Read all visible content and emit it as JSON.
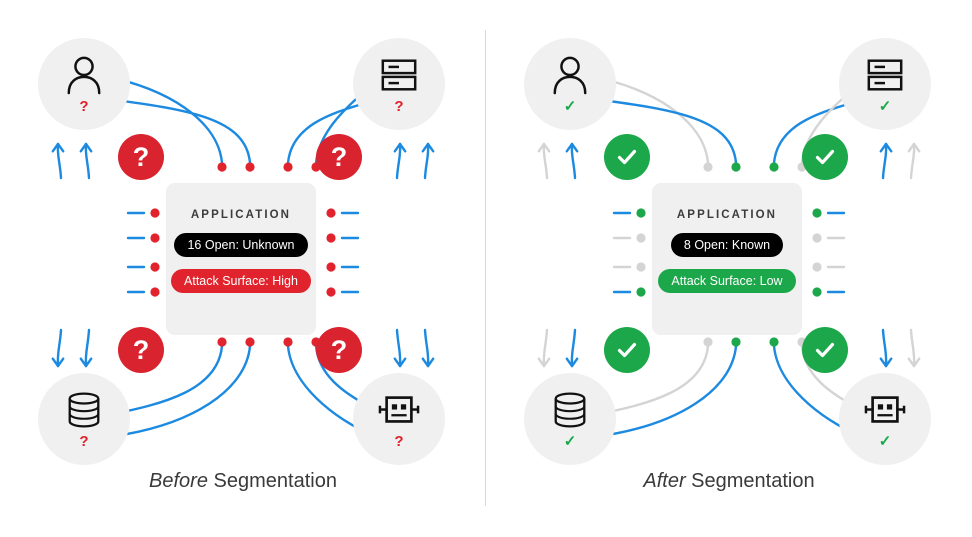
{
  "figure": {
    "type": "comparison-diagram",
    "background": "#ffffff",
    "divider_color": "#d8d8d8"
  },
  "colors": {
    "blue": "#1c8ae0",
    "red": "#e0232c",
    "red_badge": "#d9232e",
    "green": "#1ca84a",
    "green_dot": "#1ca84a",
    "grey": "#d4d4d4",
    "card_bg": "#f0f0f0",
    "node_bg": "#f0f0f0",
    "black": "#000000"
  },
  "panels": [
    {
      "id": "before",
      "caption_emphasis": "Before",
      "caption_rest": " Segmentation",
      "card": {
        "title": "APPLICATION",
        "pill_ports": "16 Open: Unknown",
        "pill_ports_style": "dark",
        "pill_risk": "Attack Surface: High",
        "pill_risk_style": "red"
      },
      "nodes": [
        {
          "name": "user",
          "icon": "person-icon",
          "mark": "?",
          "mark_type": "question",
          "pos": "top-left"
        },
        {
          "name": "server",
          "icon": "server-icon",
          "mark": "?",
          "mark_type": "question",
          "pos": "top-right"
        },
        {
          "name": "database",
          "icon": "database-icon",
          "mark": "?",
          "mark_type": "question",
          "pos": "bottom-left"
        },
        {
          "name": "device",
          "icon": "robot-icon",
          "mark": "?",
          "mark_type": "question",
          "pos": "bottom-right"
        }
      ],
      "badges": [
        {
          "type": "question",
          "label": "?",
          "pos": "top-left"
        },
        {
          "type": "question",
          "label": "?",
          "pos": "top-right"
        },
        {
          "type": "question",
          "label": "?",
          "pos": "bottom-left"
        },
        {
          "type": "question",
          "label": "?",
          "pos": "bottom-right"
        }
      ],
      "flows": {
        "allowed": 8,
        "blocked": 0,
        "dot_color": "red",
        "arrow_color": "blue"
      }
    },
    {
      "id": "after",
      "caption_emphasis": "After",
      "caption_rest": " Segmentation",
      "card": {
        "title": "APPLICATION",
        "pill_ports": "8 Open: Known",
        "pill_ports_style": "dark",
        "pill_risk": "Attack Surface: Low",
        "pill_risk_style": "green"
      },
      "nodes": [
        {
          "name": "user",
          "icon": "person-icon",
          "mark": "✓",
          "mark_type": "check",
          "pos": "top-left"
        },
        {
          "name": "server",
          "icon": "server-icon",
          "mark": "✓",
          "mark_type": "check",
          "pos": "top-right"
        },
        {
          "name": "database",
          "icon": "database-icon",
          "mark": "✓",
          "mark_type": "check",
          "pos": "bottom-left"
        },
        {
          "name": "device",
          "icon": "robot-icon",
          "mark": "✓",
          "mark_type": "check",
          "pos": "bottom-right"
        }
      ],
      "badges": [
        {
          "type": "check",
          "label": "✓",
          "pos": "top-left"
        },
        {
          "type": "check",
          "label": "✓",
          "pos": "top-right"
        },
        {
          "type": "check",
          "label": "✓",
          "pos": "bottom-left"
        },
        {
          "type": "check",
          "label": "✓",
          "pos": "bottom-right"
        }
      ],
      "flows": {
        "allowed": 4,
        "blocked": 4,
        "dot_color": "green/grey",
        "arrow_color": "blue/grey"
      }
    }
  ]
}
